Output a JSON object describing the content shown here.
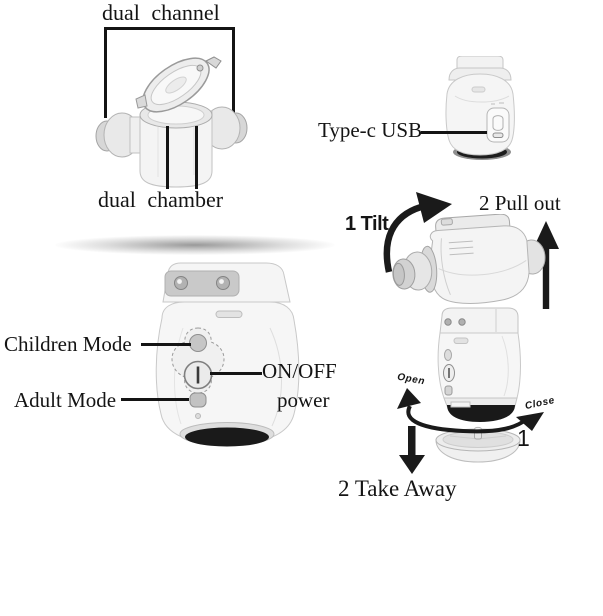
{
  "colors": {
    "background": "#ffffff",
    "text": "#141414",
    "arrow": "#1a1a1a",
    "device_body": "#f5f5f5",
    "device_shade": "#d9d9d9",
    "device_base_dark": "#191919"
  },
  "sections": {
    "dual_channel_view": {
      "title": "dual channel",
      "chamber_label": "dual chamber"
    },
    "usb_view": {
      "label": "Type-c USB"
    },
    "disassembly_top": {
      "step_tilt": "1 Tilt",
      "step_pull_out": "2 Pull out"
    },
    "control_panel_view": {
      "children_mode": "Children Mode",
      "power_line1": "ON/OFF",
      "power_line2": "power",
      "adult_mode": "Adult Mode"
    },
    "disassembly_bottom": {
      "open": "Open",
      "close": "Close",
      "step_rotate": "1",
      "step_take_away": "2 Take Away"
    }
  }
}
